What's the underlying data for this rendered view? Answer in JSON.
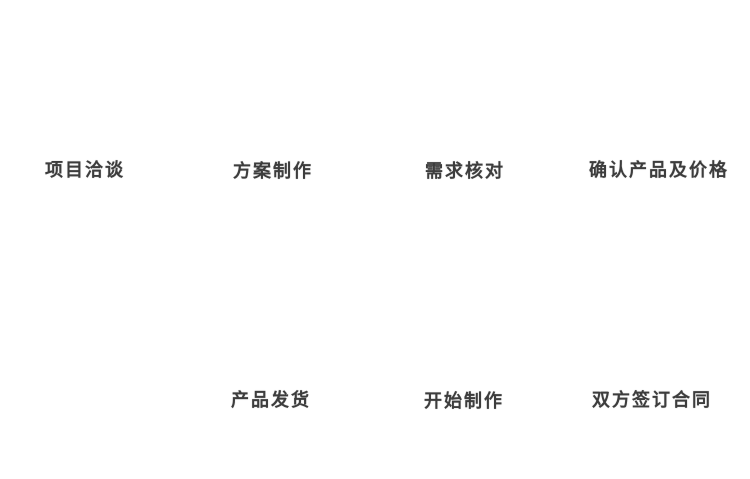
{
  "page": {
    "background_color": "#ffffff",
    "text_color": "#3d3d3d"
  },
  "process_flow": {
    "steps": [
      {
        "label": "项目洽谈"
      },
      {
        "label": "方案制作"
      },
      {
        "label": "需求核对"
      },
      {
        "label": "确认产品及价格"
      },
      {
        "label": "产品发货"
      },
      {
        "label": "开始制作"
      },
      {
        "label": "双方签订合同"
      }
    ]
  }
}
